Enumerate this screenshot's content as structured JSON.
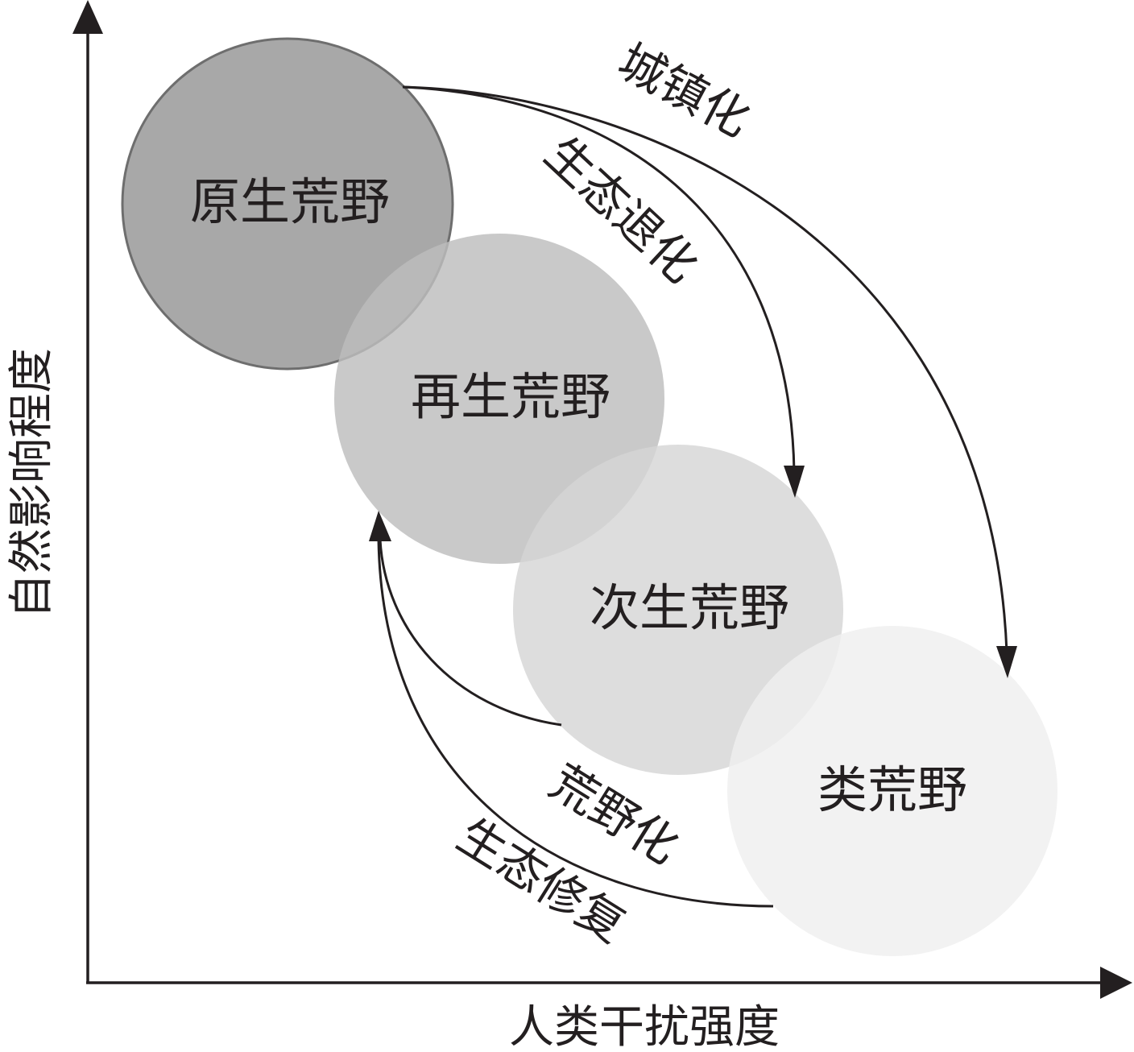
{
  "axes": {
    "x_label": "人类干扰强度",
    "y_label": "自然影响程度"
  },
  "stages": [
    {
      "id": "primary",
      "label": "原生荒野",
      "fill": "#a8a8a8"
    },
    {
      "id": "regenerated",
      "label": "再生荒野",
      "fill": "#c4c4c4"
    },
    {
      "id": "secondary",
      "label": "次生荒野",
      "fill": "#dadada"
    },
    {
      "id": "quasi",
      "label": "类荒野",
      "fill": "#eeeeee"
    }
  ],
  "processes": {
    "urbanization": "城镇化",
    "degradation": "生态退化",
    "rewilding": "荒野化",
    "restoration": "生态修复"
  },
  "colors": {
    "line": "#231f20",
    "primary_outline": "#6e6e6e"
  }
}
